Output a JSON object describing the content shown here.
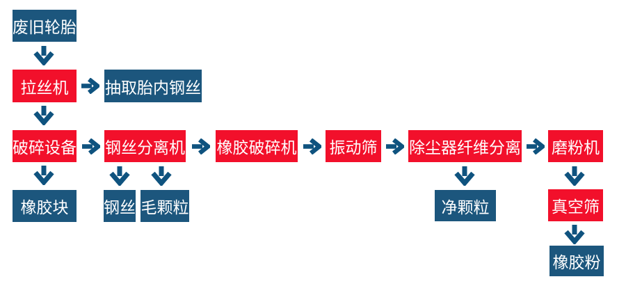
{
  "diagram": {
    "description": "Waste tire recycling process flowchart",
    "colors": {
      "process_red": "#F2102B",
      "material_blue": "#1C567D",
      "arrow_blue": "#0F537F",
      "text_white": "#FFFFFF",
      "background": "#FFFFFF"
    },
    "nodes": {
      "waste_tire": {
        "label": "废旧轮胎",
        "type": "material"
      },
      "wire_drawing": {
        "label": "拉丝机",
        "type": "process"
      },
      "extract_wire": {
        "label": "抽取胎内钢丝",
        "type": "material"
      },
      "crush_equip": {
        "label": "破碎设备",
        "type": "process"
      },
      "wire_separator": {
        "label": "钢丝分离机",
        "type": "process"
      },
      "rubber_crusher": {
        "label": "橡胶破碎机",
        "type": "process"
      },
      "vibrating_screen": {
        "label": "振动筛",
        "type": "process"
      },
      "dust_fiber": {
        "label": "除尘器纤维分离",
        "type": "process"
      },
      "grinder": {
        "label": "磨粉机",
        "type": "process"
      },
      "rubber_block": {
        "label": "橡胶块",
        "type": "material"
      },
      "steel_wire": {
        "label": "钢丝",
        "type": "material"
      },
      "raw_granules": {
        "label": "毛颗粒",
        "type": "material"
      },
      "clean_granules": {
        "label": "净颗粒",
        "type": "material"
      },
      "vacuum_screen": {
        "label": "真空筛",
        "type": "process"
      },
      "rubber_powder": {
        "label": "橡胶粉",
        "type": "material"
      }
    },
    "edges": [
      {
        "from": "waste_tire",
        "to": "wire_drawing",
        "direction": "down"
      },
      {
        "from": "wire_drawing",
        "to": "extract_wire",
        "direction": "right"
      },
      {
        "from": "wire_drawing",
        "to": "crush_equip",
        "direction": "down"
      },
      {
        "from": "crush_equip",
        "to": "wire_separator",
        "direction": "right"
      },
      {
        "from": "crush_equip",
        "to": "rubber_block",
        "direction": "down"
      },
      {
        "from": "wire_separator",
        "to": "rubber_crusher",
        "direction": "right"
      },
      {
        "from": "wire_separator",
        "to": "steel_wire",
        "direction": "down"
      },
      {
        "from": "wire_separator",
        "to": "raw_granules",
        "direction": "down"
      },
      {
        "from": "rubber_crusher",
        "to": "vibrating_screen",
        "direction": "right"
      },
      {
        "from": "vibrating_screen",
        "to": "dust_fiber",
        "direction": "right"
      },
      {
        "from": "dust_fiber",
        "to": "clean_granules",
        "direction": "down"
      },
      {
        "from": "dust_fiber",
        "to": "grinder",
        "direction": "right"
      },
      {
        "from": "grinder",
        "to": "vacuum_screen",
        "direction": "down"
      },
      {
        "from": "vacuum_screen",
        "to": "rubber_powder",
        "direction": "down"
      }
    ]
  }
}
